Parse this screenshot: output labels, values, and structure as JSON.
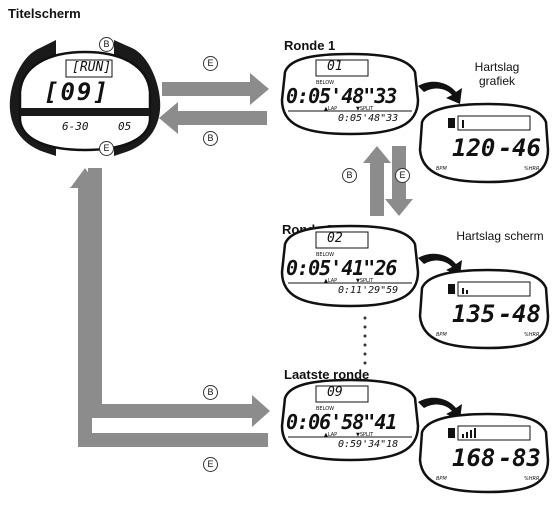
{
  "headings": {
    "title_screen": "Titelscherm",
    "lap1": "Ronde 1",
    "lap2": "Ronde 2",
    "last_lap": "Laatste ronde"
  },
  "captions": {
    "heart_rate_graph_line1": "Hartslag",
    "heart_rate_graph_line2": "grafiek",
    "heart_rate_screen": "Hartslag scherm"
  },
  "buttons": {
    "b": "B",
    "e": "E"
  },
  "title_display": {
    "mode": "RUN",
    "number": "09",
    "date": "6-30",
    "day": "05"
  },
  "laps": [
    {
      "lap_number": "01",
      "below": "BELOW",
      "lap_time": "0:05'48\"33",
      "lap_label": "▲LAP",
      "split_label": "▼SPLIT",
      "split_time": "0:05'48\"33",
      "heart_rate": "120",
      "percent": "46",
      "bpm": "BPM",
      "hrr": "%HRR"
    },
    {
      "lap_number": "02",
      "below": "BELOW",
      "lap_time": "0:05'41\"26",
      "lap_label": "▲LAP",
      "split_label": "▼SPLIT",
      "split_time": "0:11'29\"59",
      "heart_rate": "135",
      "percent": "48",
      "bpm": "BPM",
      "hrr": "%HRR"
    },
    {
      "lap_number": "09",
      "below": "BELOW",
      "lap_time": "0:06'58\"41",
      "lap_label": "▲LAP",
      "split_label": "▼SPLIT",
      "split_time": "0:59'34\"18",
      "heart_rate": "168",
      "percent": "83",
      "bpm": "BPM",
      "hrr": "%HRR"
    }
  ],
  "colors": {
    "arrow": "#8c8c8c",
    "watch_body": "#1a1a1a",
    "lcd": "#ffffff"
  }
}
